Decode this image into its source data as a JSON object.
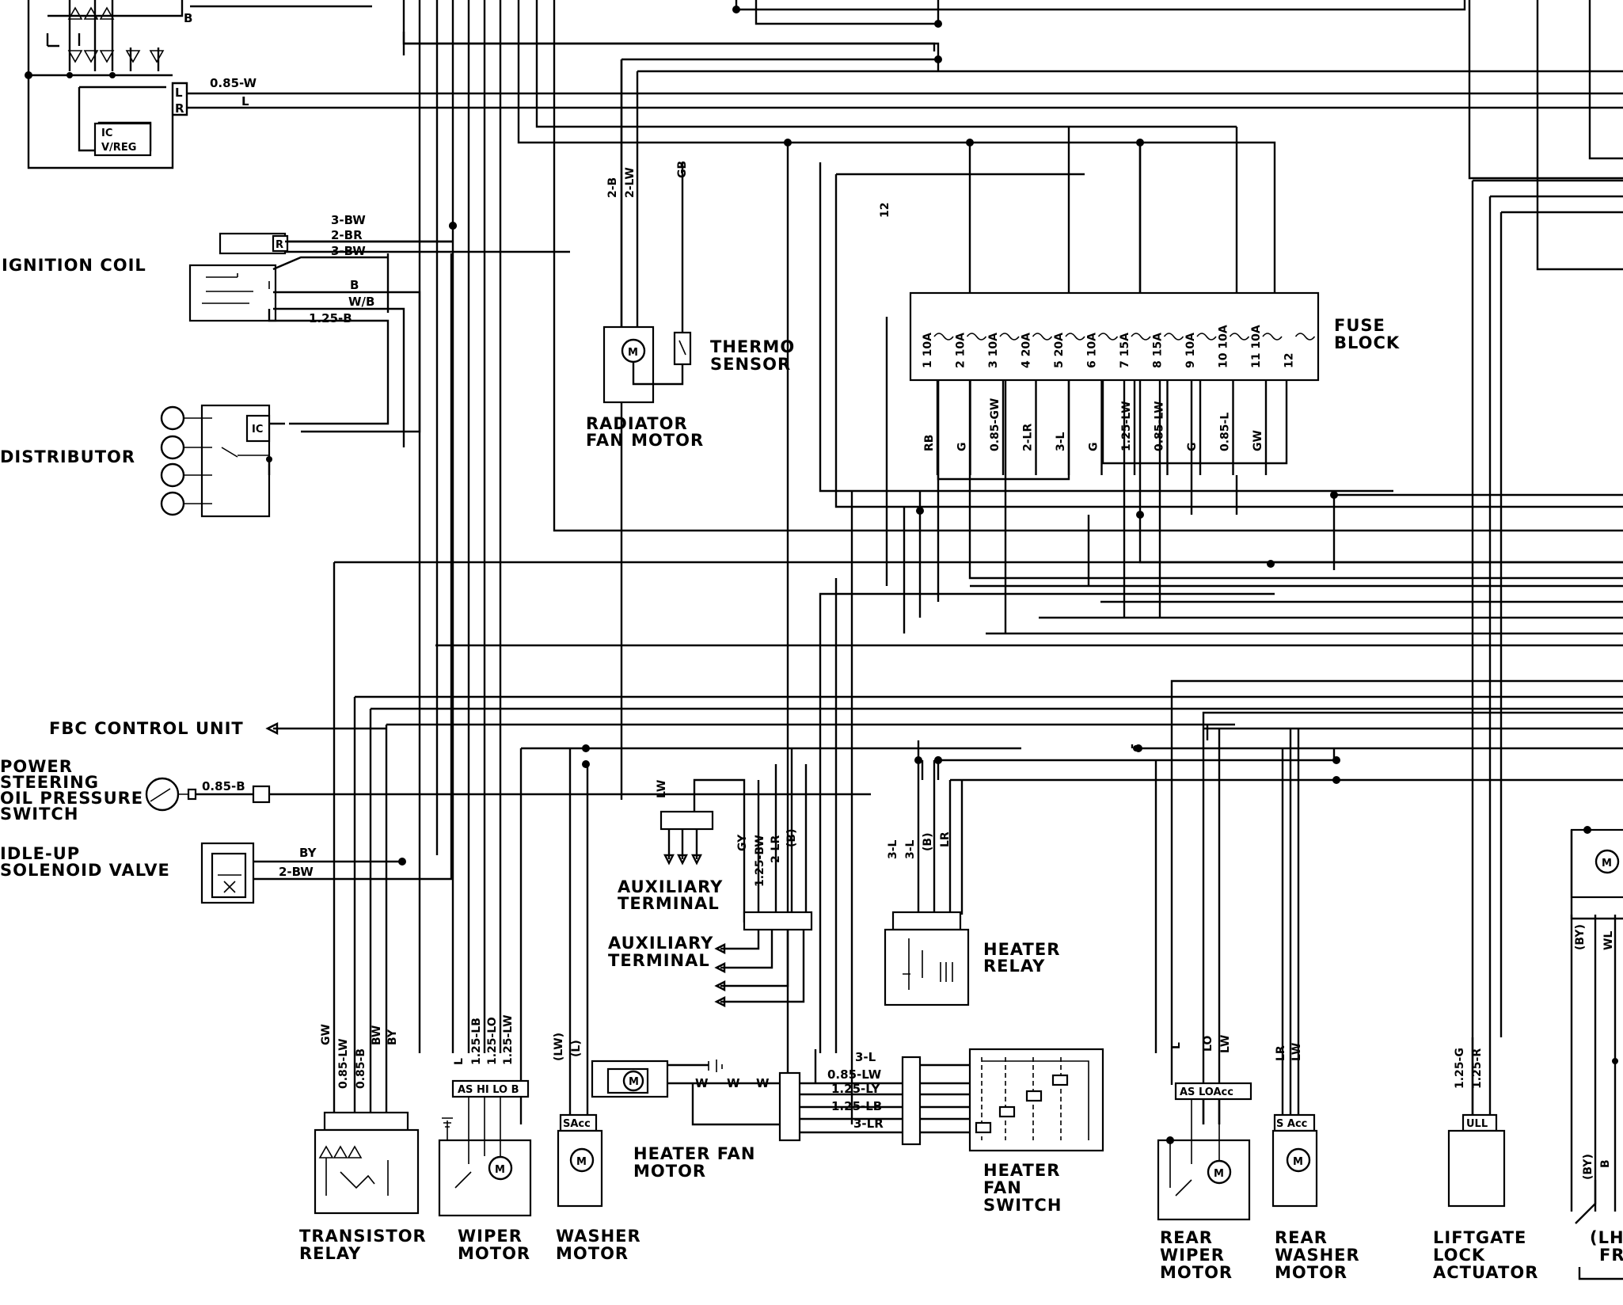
{
  "components": {
    "ignition_coil": "IGNITION COIL",
    "distributor": "DISTRIBUTOR",
    "fbc_control_unit": "FBC CONTROL UNIT",
    "power_steering_switch": [
      "POWER",
      "STEERING",
      "OIL PRESSURE",
      "SWITCH"
    ],
    "idle_up_valve": [
      "IDLE-UP",
      "SOLENOID VALVE"
    ],
    "radiator_fan_motor": [
      "RADIATOR",
      "FAN MOTOR"
    ],
    "thermo_sensor": [
      "THERMO",
      "SENSOR"
    ],
    "fuse_block": [
      "FUSE",
      "BLOCK"
    ],
    "auxiliary_terminal_1": [
      "AUXILIARY",
      "TERMINAL"
    ],
    "auxiliary_terminal_2": [
      "AUXILIARY",
      "TERMINAL"
    ],
    "heater_relay": [
      "HEATER",
      "RELAY"
    ],
    "heater_fan_motor": [
      "HEATER FAN",
      "MOTOR"
    ],
    "heater_fan_switch": [
      "HEATER",
      "FAN",
      "SWITCH"
    ],
    "transistor_relay": [
      "TRANSISTOR",
      "RELAY"
    ],
    "wiper_motor": [
      "WIPER",
      "MOTOR"
    ],
    "washer_motor": [
      "WASHER",
      "MOTOR"
    ],
    "rear_wiper_motor": [
      "REAR",
      "WIPER",
      "MOTOR"
    ],
    "rear_washer_motor": [
      "REAR",
      "WASHER",
      "MOTOR"
    ],
    "liftgate_lock_actuator": [
      "LIFTGATE",
      "LOCK",
      "ACTUATOR"
    ],
    "lh_partial": [
      "(LH",
      "FR"
    ],
    "ic_vreg": [
      "IC",
      "V/REG"
    ],
    "ic": "IC"
  },
  "fuses": [
    {
      "num": "1",
      "rating": "10A"
    },
    {
      "num": "2",
      "rating": "10A"
    },
    {
      "num": "3",
      "rating": "10A"
    },
    {
      "num": "4",
      "rating": "20A"
    },
    {
      "num": "5",
      "rating": "20A"
    },
    {
      "num": "6",
      "rating": "10A"
    },
    {
      "num": "7",
      "rating": "15A"
    },
    {
      "num": "8",
      "rating": "15A"
    },
    {
      "num": "9",
      "rating": "10A"
    },
    {
      "num": "10",
      "rating": "10A"
    },
    {
      "num": "11",
      "rating": "10A"
    },
    {
      "num": "12",
      "rating": ""
    }
  ],
  "fuse_wires": [
    "RB",
    "G",
    "0.85-GW",
    "2-LR",
    "3-L",
    "G",
    "1.25-LW",
    "0.85-LW",
    "G",
    "0.85-L",
    "GW"
  ],
  "wire_labels": {
    "alt_b": "B",
    "alt_l": "L",
    "alt_r": "R",
    "alt_w": "0.85-W",
    "alt_lwire": "L",
    "coil_3bw_top": "3-BW",
    "coil_2br": "2-BR",
    "coil_3bw": "3-BW",
    "coil_r": "R",
    "coil_b": "B",
    "coil_wb": "W/B",
    "coil_125b": "1.25-B",
    "ps_085b": "0.85-B",
    "iu_by": "BY",
    "iu_2bw": "2-BW",
    "rad_2b": "2-B",
    "rad_2lw": "2-LW",
    "rad_gb": "GB",
    "num_12": "12",
    "aux_lw": "LW",
    "aux_gy": "GY",
    "aux_125bw": "1.25-BW",
    "aux_2lr": "2-LR",
    "aux_b": "(B)",
    "hr_3l_a": "3-L",
    "hr_3l_b": "3-L",
    "hr_b": "(B)",
    "hr_lr": "LR",
    "tr_gw": "GW",
    "tr_085lw": "0.85-LW",
    "tr_085b": "0.85-B",
    "tr_bw": "BW",
    "tr_by": "BY",
    "wm_l": "L",
    "wm_125lb": "1.25-LB",
    "wm_125lo": "1.25-LO",
    "wm_125lw": "1.25-LW",
    "wm_conn": "AS HI LO B",
    "wash_lw": "(LW)",
    "wash_l": "(L)",
    "wash_conn": "SAcc",
    "hf_3l": "3-L",
    "hf_085lw": "0.85-LW",
    "hf_125ly": "1.25-LY",
    "hf_125lb": "1.25-LB",
    "hf_3lr": "3-LR",
    "hf_w1": "W",
    "hf_w2": "W",
    "hf_w3": "W",
    "rw_l": "L",
    "rw_lo": "LO",
    "rw_lw": "LW",
    "rw_conn": "AS LOAcc",
    "rwa_lr": "LR",
    "rwa_lw": "LW",
    "rwa_conn": "S Acc",
    "lg_125g": "1.25-G",
    "lg_125r": "1.25-R",
    "lg_conn": "ULL",
    "rt_by": "(BY)",
    "rt_wl": "WL",
    "rt_by2": "(BY)",
    "rt_b": "B"
  }
}
